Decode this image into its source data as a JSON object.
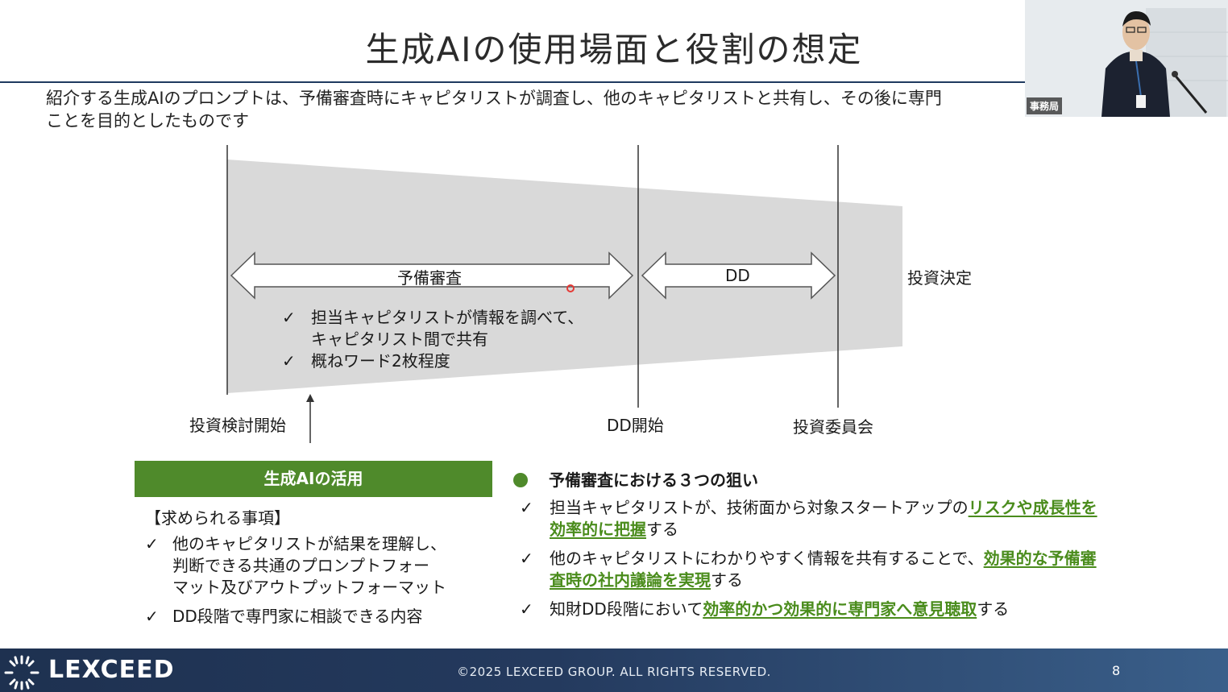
{
  "slide": {
    "title": "生成AIの使用場面と役割の想定",
    "intro_line1": "紹介する生成AIのプロンプトは、予備審査時にキャピタリストが調査し、他のキャピタリストと共有し、その後に専門",
    "intro_line2": "ことを目的としたものです"
  },
  "diagram": {
    "arrow_preliminary": "予備審査",
    "arrow_dd": "DD",
    "decision_label": "投資決定",
    "milestone_start": "投資検討開始",
    "milestone_dd": "DD開始",
    "milestone_committee": "投資委員会",
    "check1_line1": "担当キャピタリストが情報を調べて、",
    "check1_line2": "キャピタリスト間で共有",
    "check2": "概ねワード2枚程度",
    "check_mark": "✓"
  },
  "ai_usage": {
    "bar_label": "生成AIの活用",
    "requirements_heading": "【求められる事項】",
    "req1_line1": "他のキャピタリストが結果を理解し、",
    "req1_line2": "判断できる共通のプロンプトフォー",
    "req1_line3": "マット及びアウトプットフォーマット",
    "req2": "DD段階で専門家に相談できる内容"
  },
  "aims": {
    "heading": "予備審査における３つの狙い",
    "aim1_pre": "担当キャピタリストが、技術面から対象スタートアップの",
    "aim1_hl1": "リスクや成長性を",
    "aim1_hl2": "効率的に把握",
    "aim1_post": "する",
    "aim2_pre": "他のキャピタリストにわかりやすく情報を共有することで、",
    "aim2_hl1": "効果的な予備審",
    "aim2_hl2": "査時の社内議論を実現",
    "aim2_post": "する",
    "aim3_pre": "知財DD段階において",
    "aim3_hl": "効率的かつ効果的に専門家へ意見聴取",
    "aim3_post": "する"
  },
  "footer": {
    "logo": "LEXCEED",
    "copyright": "©2025 LEXCEED GROUP. ALL RIGHTS RESERVED.",
    "page_number": "8"
  },
  "video": {
    "speaker_label": "事務局"
  },
  "colors": {
    "accent_green": "#4f8a2b",
    "highlight_green": "#4a8c1c",
    "funnel_gray": "#d9d9d9",
    "footer_navy": "#1e3150"
  }
}
